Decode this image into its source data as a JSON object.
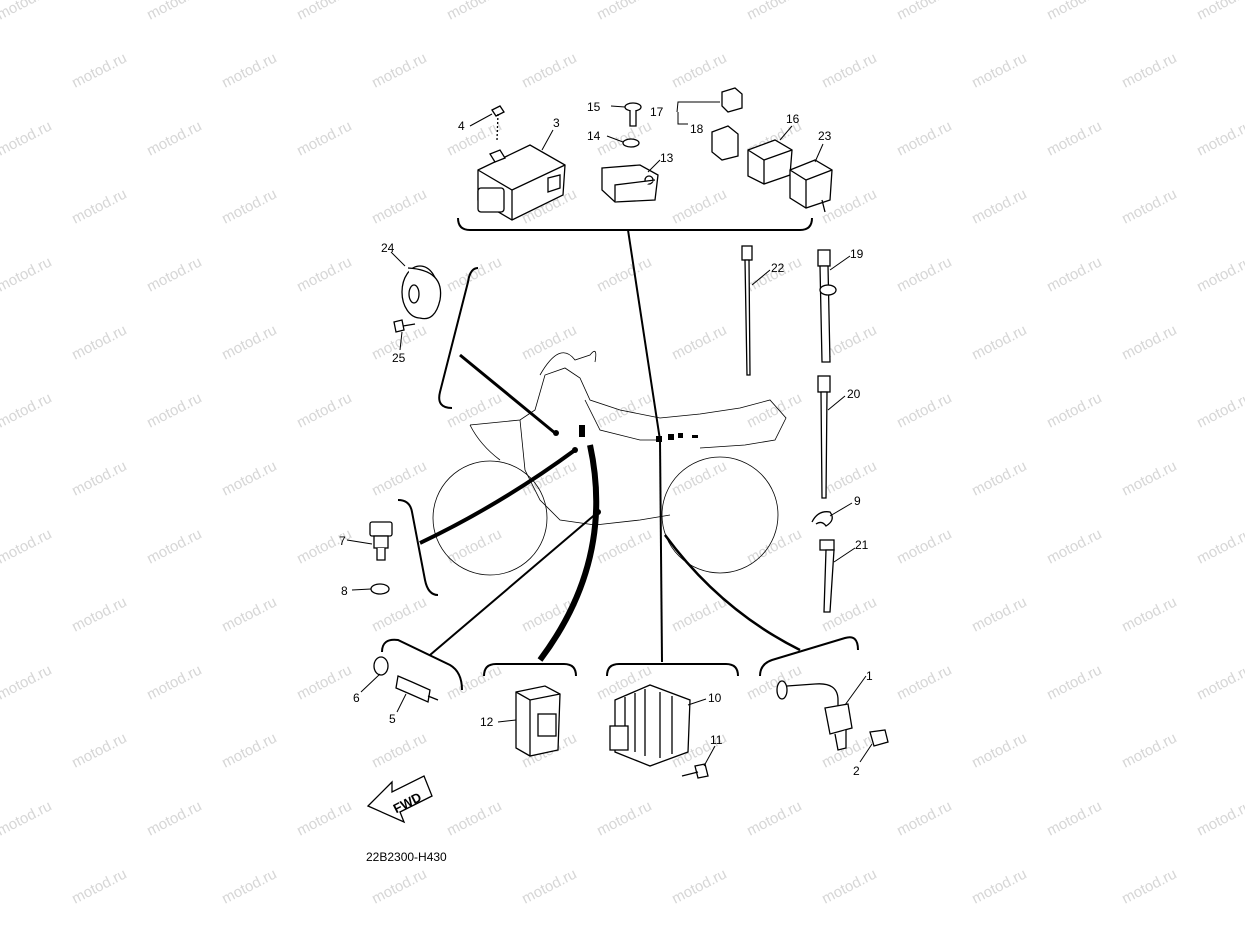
{
  "watermark": "motod.ru",
  "diagram_code": "22B2300-H430",
  "fwd_label": "FWD",
  "callouts": [
    "1",
    "2",
    "3",
    "4",
    "5",
    "6",
    "7",
    "8",
    "9",
    "10",
    "11",
    "12",
    "13",
    "14",
    "15",
    "16",
    "17",
    "18",
    "19",
    "20",
    "21",
    "22",
    "23",
    "24",
    "25"
  ],
  "colors": {
    "line": "#000000",
    "watermark": "#d6d6d6",
    "background": "#ffffff"
  }
}
